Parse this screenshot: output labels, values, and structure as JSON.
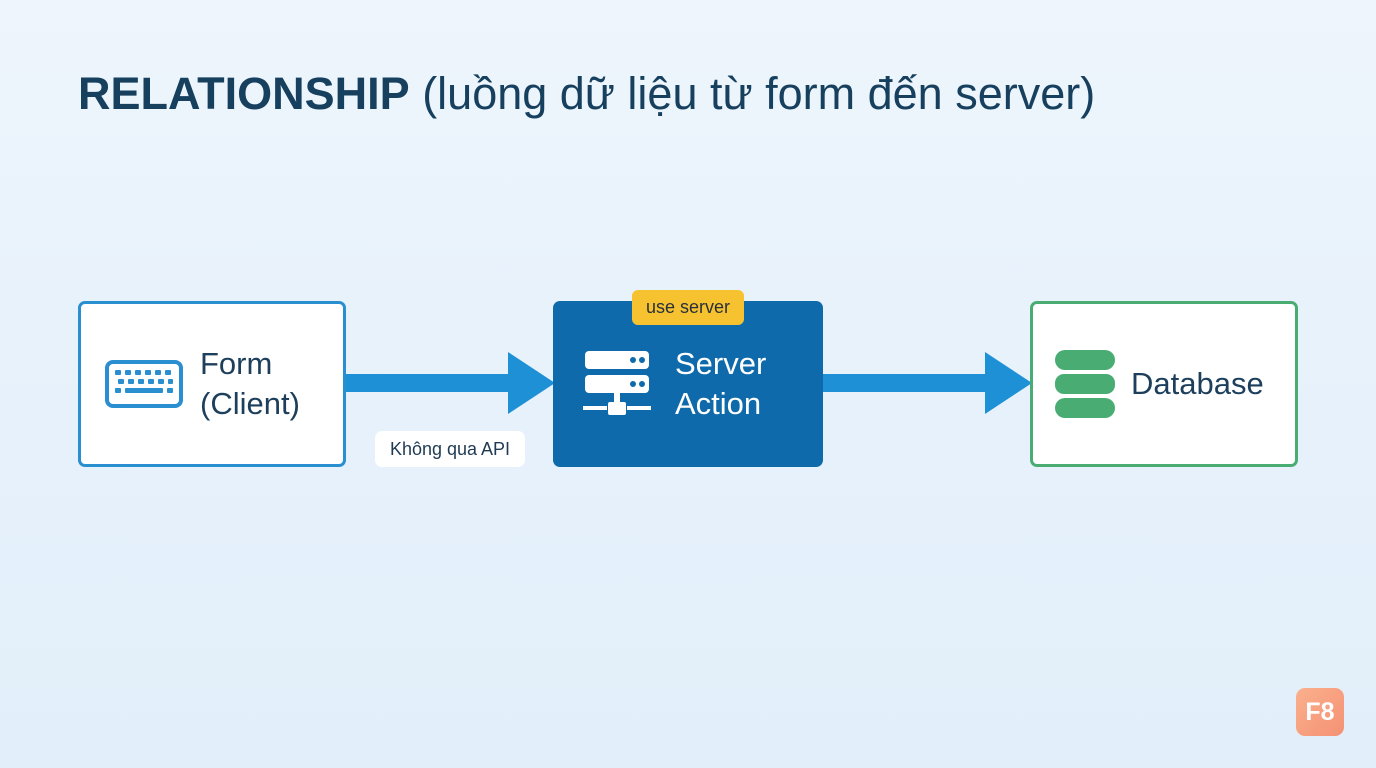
{
  "title": {
    "strong": "RELATIONSHIP",
    "sub": " (luồng dữ liệu từ form đến server)"
  },
  "nodes": {
    "form": {
      "label": "Form\n(Client)",
      "icon": "keyboard-icon",
      "border_color": "#2a8fd0"
    },
    "server": {
      "label": "Server\nAction",
      "icon": "server-network-icon",
      "tag": "use server",
      "fill_color": "#0f6aab",
      "tag_color": "#f6c230"
    },
    "database": {
      "label": "Database",
      "icon": "database-icon",
      "border_color": "#49ad73"
    }
  },
  "edges": [
    {
      "from": "form",
      "to": "server",
      "label": "Không qua API",
      "color": "#1e90d6"
    },
    {
      "from": "server",
      "to": "database",
      "label": "",
      "color": "#1e90d6"
    }
  ],
  "badge": {
    "text": "F8"
  }
}
